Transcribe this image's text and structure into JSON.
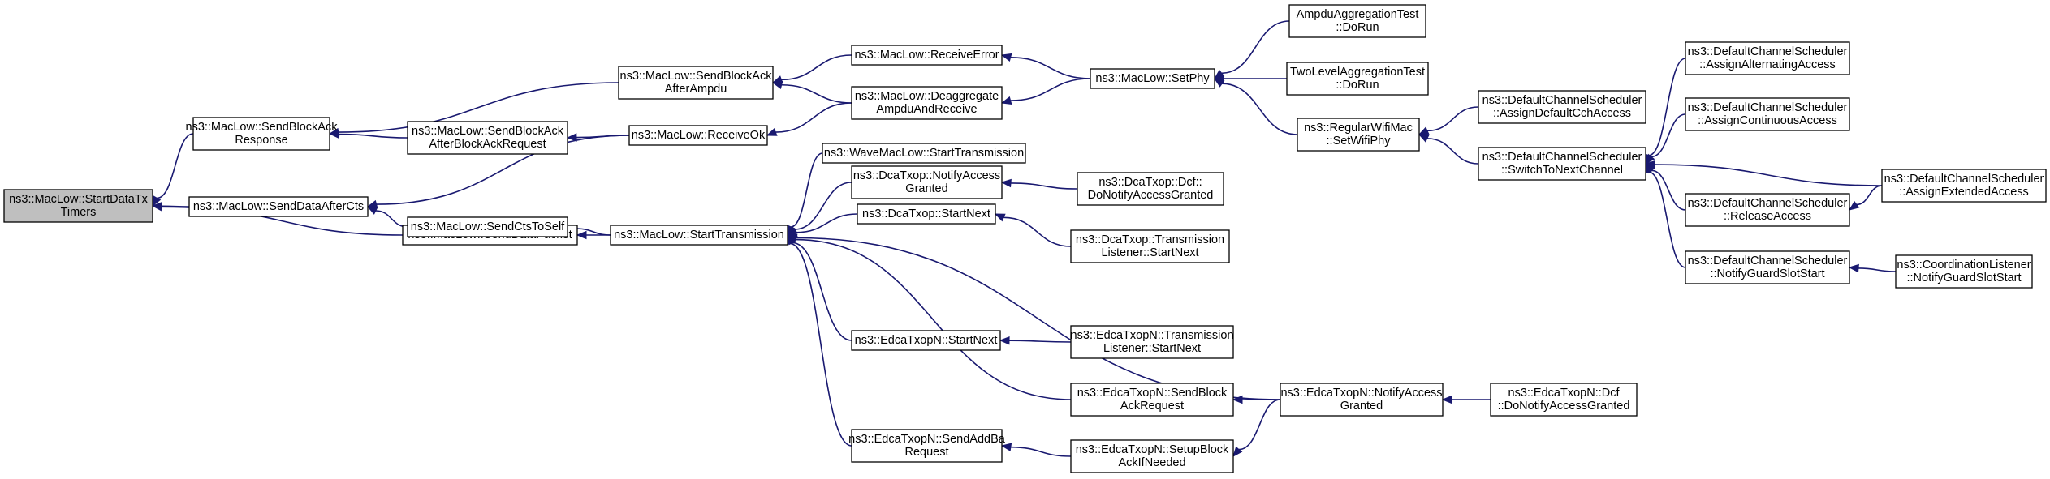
{
  "graph": {
    "nodes": [
      {
        "id": "n0",
        "lines": [
          "ns3::MacLow::StartDataTx",
          "Timers"
        ],
        "root": true
      },
      {
        "id": "n1",
        "lines": [
          "ns3::MacLow::SendBlockAck",
          "Response"
        ]
      },
      {
        "id": "n2",
        "lines": [
          "ns3::MacLow::SendDataAfterCts"
        ]
      },
      {
        "id": "n3",
        "lines": [
          "ns3::MacLow::SendDataPacket"
        ]
      },
      {
        "id": "n4",
        "lines": [
          "ns3::MacLow::SendBlockAck",
          "AfterAmpdu"
        ]
      },
      {
        "id": "n5",
        "lines": [
          "ns3::MacLow::SendBlockAck",
          "AfterBlockAckRequest"
        ]
      },
      {
        "id": "n6",
        "lines": [
          "ns3::MacLow::SendCtsToSelf"
        ]
      },
      {
        "id": "n7",
        "lines": [
          "ns3::MacLow::ReceiveOk"
        ]
      },
      {
        "id": "n8",
        "lines": [
          "ns3::MacLow::StartTransmission"
        ]
      },
      {
        "id": "n9",
        "lines": [
          "ns3::MacLow::ReceiveError"
        ]
      },
      {
        "id": "n10",
        "lines": [
          "ns3::MacLow::Deaggregate",
          "AmpduAndReceive"
        ]
      },
      {
        "id": "n11",
        "lines": [
          "ns3::WaveMacLow::StartTransmission"
        ]
      },
      {
        "id": "n12",
        "lines": [
          "ns3::DcaTxop::NotifyAccess",
          "Granted"
        ]
      },
      {
        "id": "n13",
        "lines": [
          "ns3::DcaTxop::StartNext"
        ]
      },
      {
        "id": "n14",
        "lines": [
          "ns3::EdcaTxopN::StartNext"
        ]
      },
      {
        "id": "n15",
        "lines": [
          "ns3::EdcaTxopN::SendAddBa",
          "Request"
        ]
      },
      {
        "id": "n16",
        "lines": [
          "ns3::MacLow::SetPhy"
        ]
      },
      {
        "id": "n17",
        "lines": [
          "ns3::DcaTxop::Dcf::",
          "DoNotifyAccessGranted"
        ]
      },
      {
        "id": "n18",
        "lines": [
          "ns3::DcaTxop::Transmission",
          "Listener::StartNext"
        ]
      },
      {
        "id": "n19",
        "lines": [
          "ns3::EdcaTxopN::Transmission",
          "Listener::StartNext"
        ]
      },
      {
        "id": "n20",
        "lines": [
          "ns3::EdcaTxopN::SendBlock",
          "AckRequest"
        ]
      },
      {
        "id": "n21",
        "lines": [
          "ns3::EdcaTxopN::SetupBlock",
          "AckIfNeeded"
        ]
      },
      {
        "id": "n22",
        "lines": [
          "AmpduAggregationTest",
          "::DoRun"
        ]
      },
      {
        "id": "n23",
        "lines": [
          "TwoLevelAggregationTest",
          "::DoRun"
        ]
      },
      {
        "id": "n24",
        "lines": [
          "ns3::RegularWifiMac",
          "::SetWifiPhy"
        ]
      },
      {
        "id": "n25",
        "lines": [
          "ns3::EdcaTxopN::NotifyAccess",
          "Granted"
        ]
      },
      {
        "id": "n26",
        "lines": [
          "ns3::DefaultChannelScheduler",
          "::AssignDefaultCchAccess"
        ]
      },
      {
        "id": "n27",
        "lines": [
          "ns3::DefaultChannelScheduler",
          "::SwitchToNextChannel"
        ]
      },
      {
        "id": "n28",
        "lines": [
          "ns3::EdcaTxopN::Dcf",
          "::DoNotifyAccessGranted"
        ]
      },
      {
        "id": "n29",
        "lines": [
          "ns3::DefaultChannelScheduler",
          "::AssignAlternatingAccess"
        ]
      },
      {
        "id": "n30",
        "lines": [
          "ns3::DefaultChannelScheduler",
          "::AssignContinuousAccess"
        ]
      },
      {
        "id": "n31",
        "lines": [
          "ns3::DefaultChannelScheduler",
          "::ReleaseAccess"
        ]
      },
      {
        "id": "n32",
        "lines": [
          "ns3::DefaultChannelScheduler",
          "::NotifyGuardSlotStart"
        ]
      },
      {
        "id": "n33",
        "lines": [
          "ns3::DefaultChannelScheduler",
          "::AssignExtendedAccess"
        ]
      },
      {
        "id": "n34",
        "lines": [
          "ns3::CoordinationListener",
          "::NotifyGuardSlotStart"
        ]
      }
    ],
    "edges": [
      {
        "from": "n1",
        "to": "n0"
      },
      {
        "from": "n2",
        "to": "n0"
      },
      {
        "from": "n3",
        "to": "n0"
      },
      {
        "from": "n4",
        "to": "n1"
      },
      {
        "from": "n5",
        "to": "n1"
      },
      {
        "from": "n7",
        "to": "n2"
      },
      {
        "from": "n6",
        "to": "n2"
      },
      {
        "from": "n8",
        "to": "n6"
      },
      {
        "from": "n8",
        "to": "n3"
      },
      {
        "from": "n9",
        "to": "n4"
      },
      {
        "from": "n10",
        "to": "n4"
      },
      {
        "from": "n7",
        "to": "n5"
      },
      {
        "from": "n10",
        "to": "n7"
      },
      {
        "from": "n11",
        "to": "n8"
      },
      {
        "from": "n12",
        "to": "n8"
      },
      {
        "from": "n13",
        "to": "n8"
      },
      {
        "from": "n14",
        "to": "n8"
      },
      {
        "from": "n20",
        "to": "n8"
      },
      {
        "from": "n15",
        "to": "n8"
      },
      {
        "from": "n25",
        "to": "n8"
      },
      {
        "from": "n16",
        "to": "n9"
      },
      {
        "from": "n16",
        "to": "n10"
      },
      {
        "from": "n17",
        "to": "n12"
      },
      {
        "from": "n18",
        "to": "n13"
      },
      {
        "from": "n19",
        "to": "n14"
      },
      {
        "from": "n21",
        "to": "n15"
      },
      {
        "from": "n22",
        "to": "n16"
      },
      {
        "from": "n23",
        "to": "n16"
      },
      {
        "from": "n24",
        "to": "n16"
      },
      {
        "from": "n25",
        "to": "n20"
      },
      {
        "from": "n25",
        "to": "n21"
      },
      {
        "from": "n26",
        "to": "n24"
      },
      {
        "from": "n27",
        "to": "n24"
      },
      {
        "from": "n28",
        "to": "n25"
      },
      {
        "from": "n29",
        "to": "n27"
      },
      {
        "from": "n30",
        "to": "n27"
      },
      {
        "from": "n33",
        "to": "n27"
      },
      {
        "from": "n31",
        "to": "n27"
      },
      {
        "from": "n32",
        "to": "n27"
      },
      {
        "from": "n33",
        "to": "n31"
      },
      {
        "from": "n34",
        "to": "n32"
      }
    ]
  }
}
